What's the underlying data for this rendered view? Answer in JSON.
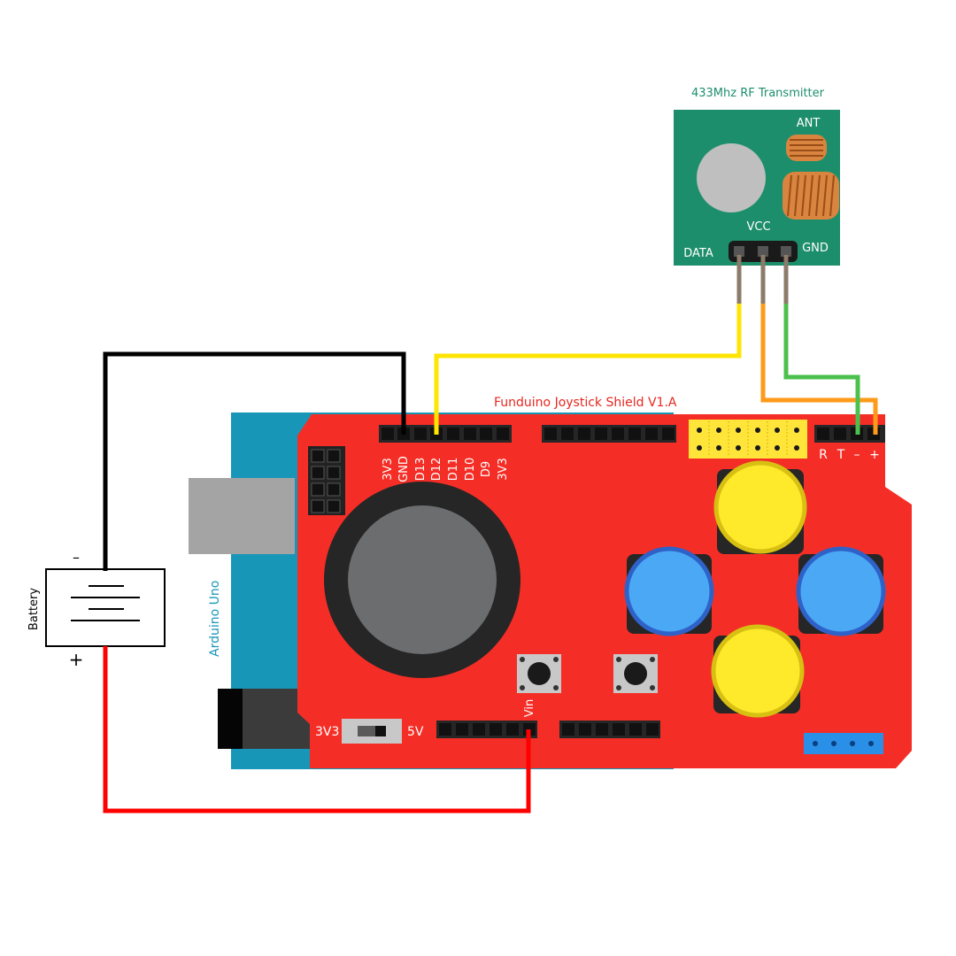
{
  "rf_module": {
    "title": "433Mhz RF Transmitter",
    "ant_label": "ANT",
    "vcc_label": "VCC",
    "data_label": "DATA",
    "gnd_label": "GND",
    "board_color": "#1d8e6b",
    "title_color": "#1d8e6b"
  },
  "shield": {
    "title": "Funduino Joystick Shield V1.A",
    "title_color": "#e8271f",
    "board_color": "#f42e26",
    "top_pin_labels": [
      "3V3",
      "GND",
      "D13",
      "D12",
      "D11",
      "D10",
      "D9",
      "3V3"
    ],
    "right_header_labels": [
      "R",
      "T",
      "–",
      "+"
    ],
    "switch_left_label": "3V3",
    "switch_right_label": "5V",
    "vin_label": "Vin"
  },
  "arduino": {
    "label": "Arduino Uno",
    "board_color": "#1896b8"
  },
  "battery": {
    "label": "Battery",
    "minus_label": "–",
    "plus_label": "+"
  },
  "wires": {
    "gnd_color": "#000000",
    "vin_color": "#ff0000",
    "data_color": "#ffe500",
    "vcc_color": "#ff9a1a",
    "gnd_rf_color": "#4cc04c",
    "lead_color": "#8c7b6a"
  },
  "buttons": {
    "yellow_color": "#ffe92b",
    "blue_color": "#4aa8f5"
  }
}
